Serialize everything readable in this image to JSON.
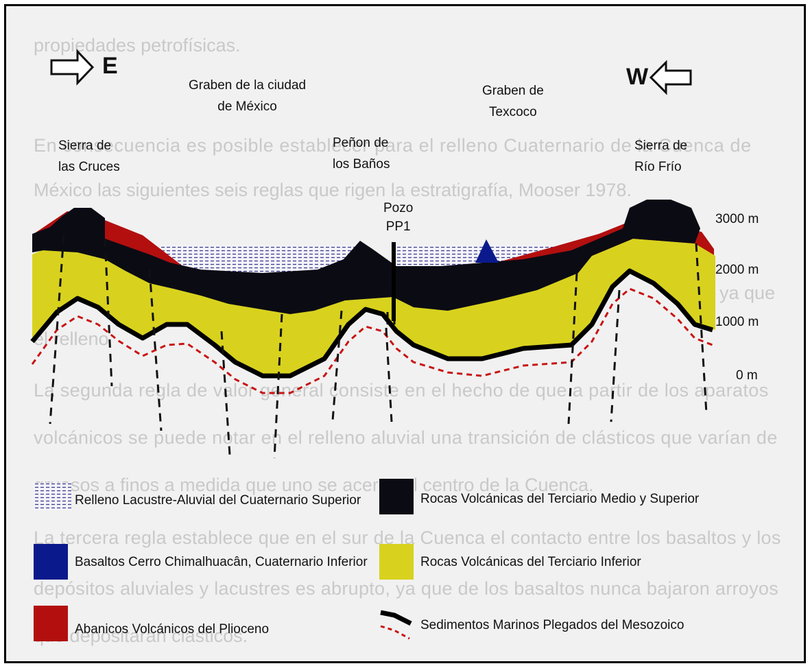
{
  "background_text": {
    "line1": "propiedades petrofísicas.",
    "line2": "En consecuencia es posible establecer para el relleno Cuaternario de la Cuenca de",
    "line3": "México las siguientes seis reglas que rigen la estratigrafía, Mooser 1978.",
    "line4": "ya que",
    "line5": "el relleno",
    "line6": "La segunda regla de valor general consiste en el hecho de que a partir de los aparatos",
    "line7": "volcánicos se puede notar en el relleno aluvial una transición de clásticos que varían de",
    "line8": "gruesos a finos a medida que uno se acerca al centro de la Cuenca.",
    "line9": "La tercera regla establece que en el sur de la Cuenca el contacto entre los basaltos y los",
    "line10": "depósitos aluviales y lacustres es abrupto, ya que de los basaltos nunca bajaron arroyos",
    "line11": "que depositaran clásticos."
  },
  "directions": {
    "east": "E",
    "west": "W"
  },
  "labels": {
    "graben_cdmx_1": "Graben de la ciudad",
    "graben_cdmx_2": "de México",
    "graben_texcoco_1": "Graben de",
    "graben_texcoco_2": "Texcoco",
    "sierra_cruces_1": "Sierra de",
    "sierra_cruces_2": "las Cruces",
    "penon_1": "Peñon de",
    "penon_2": "los Baños",
    "pozo_1": "Pozo",
    "pozo_2": "PP1",
    "sierra_rio_frio_1": "Sierra de",
    "sierra_rio_frio_2": "Río Frío"
  },
  "elevations": [
    "3000 m",
    "2000 m",
    "1000 m",
    "0 m"
  ],
  "legend": [
    {
      "label": "Relleno Lacustre-Aluvial del Cuaternario Superior",
      "color": "#3c3c8c"
    },
    {
      "label": "Rocas Volcánicas del Terciario Medio y Superior",
      "color": "#0b0b14"
    },
    {
      "label": "Basaltos Cerro Chimalhuacân, Cuaternario Inferior",
      "color": "#0a1a8c"
    },
    {
      "label": "Rocas Volcánicas del Terciario Inferior",
      "color": "#d8d21e"
    },
    {
      "label": "Abanicos Volcánicos del Plioceno",
      "color": "#b30f0f"
    },
    {
      "label": "Sedimentos Marinos Plegados del Mesozoico",
      "color": "#c81414"
    }
  ]
}
